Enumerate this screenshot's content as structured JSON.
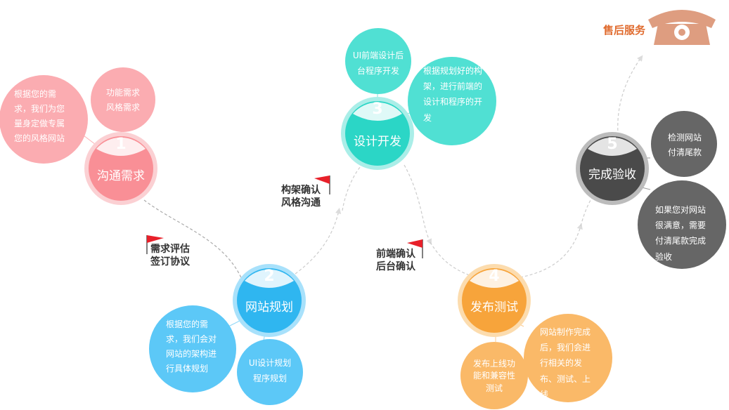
{
  "colors": {
    "pink": "#f98f96",
    "pink_light": "#fbb0b4",
    "blue": "#2fb6f0",
    "blue_light": "#5cc8f7",
    "teal": "#2bd6c6",
    "teal_light": "#55e0d4",
    "orange": "#f7a43b",
    "orange_light": "#fab968",
    "gray": "#4a4a4a",
    "gray_light": "#6a6a6a",
    "phone": "#de9d80",
    "accent": "#e06b2e"
  },
  "service": {
    "label": "售后服务",
    "icon": "phone-icon"
  },
  "stages": [
    {
      "number": "1",
      "title": "沟通需求",
      "notes": [
        "根据您的需求，我们为您量身定做专属您的风格网站",
        "功能需求风格需求"
      ]
    },
    {
      "number": "2",
      "title": "网站规划",
      "notes": [
        "根据您的需求，我们会对网站的架构进行具体规划",
        "UI设计规划程序规划"
      ]
    },
    {
      "number": "3",
      "title": "设计开发",
      "notes": [
        "UI前端设计后台程序开发",
        "根据规划好的构架，进行前端的设计和程序的开发"
      ]
    },
    {
      "number": "4",
      "title": "发布测试",
      "notes": [
        "网站制作完成后，我们会进行相关的发布、测试、上线",
        "发布上线功能和兼容性测试"
      ]
    },
    {
      "number": "5",
      "title": "完成验收",
      "notes": [
        "检测网站付清尾款",
        "如果您对网站很满意，需要付清尾款完成验收"
      ]
    }
  ],
  "milestones": [
    {
      "line1": "需求评估",
      "line2": "签订协议"
    },
    {
      "line1": "构架确认",
      "line2": "风格沟通"
    },
    {
      "line1": "前端确认",
      "line2": "后台确认"
    }
  ]
}
